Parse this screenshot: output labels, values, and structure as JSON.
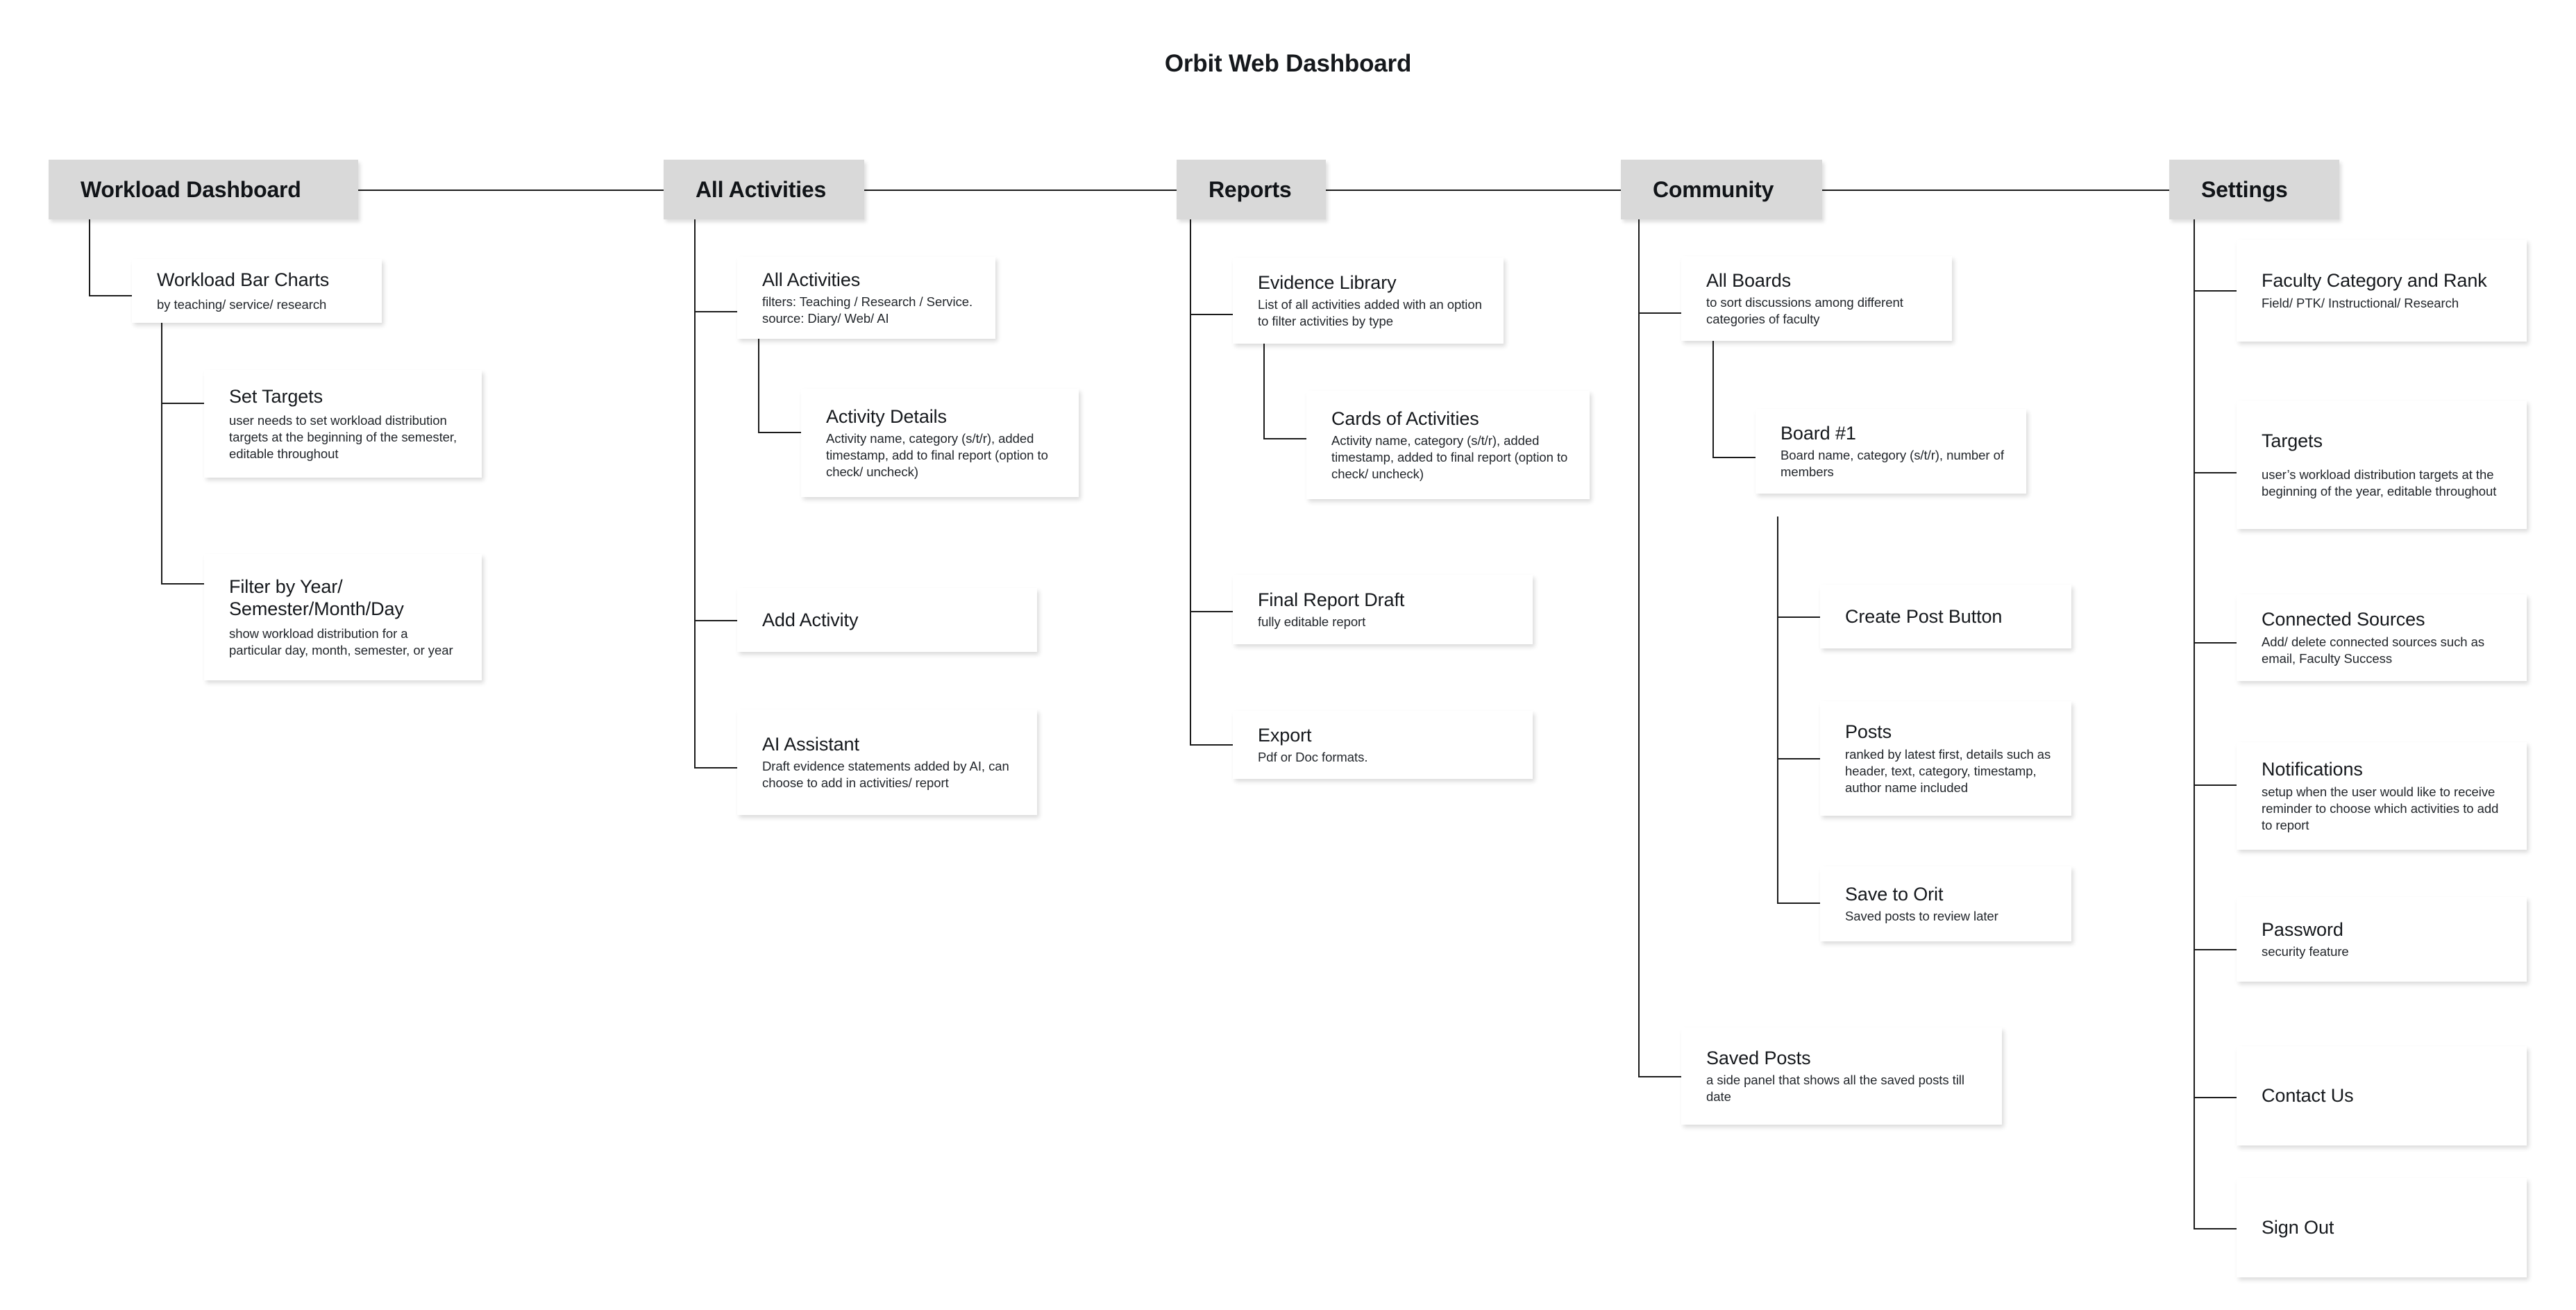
{
  "title": "Orbit Web Dashboard",
  "sections": [
    {
      "id": "workload-dashboard",
      "label": "Workload Dashboard",
      "nodes": [
        {
          "id": "workload-bar-charts",
          "title": "Workload Bar Charts",
          "desc": "by teaching/ service/ research"
        },
        {
          "id": "set-targets",
          "title": "Set Targets",
          "desc": "user needs to set workload distribution targets at the beginning of the semester, editable throughout"
        },
        {
          "id": "filter-by-period",
          "title": "Filter by Year/ Semester/Month/Day",
          "desc": "show workload distribution for a particular day, month, semester, or year"
        }
      ]
    },
    {
      "id": "all-activities",
      "label": "All Activities",
      "nodes": [
        {
          "id": "all-activities-list",
          "title": "All Activities",
          "desc": "filters: Teaching / Research / Service. source: Diary/ Web/ AI"
        },
        {
          "id": "activity-details",
          "title": "Activity Details",
          "desc": "Activity name, category (s/t/r), added timestamp, add to final report (option to check/ uncheck)"
        },
        {
          "id": "add-activity",
          "title": "Add Activity",
          "desc": ""
        },
        {
          "id": "ai-assistant",
          "title": "AI Assistant",
          "desc": "Draft evidence statements added by AI, can choose to add in activities/ report"
        }
      ]
    },
    {
      "id": "reports",
      "label": "Reports",
      "nodes": [
        {
          "id": "evidence-library",
          "title": "Evidence Library",
          "desc": "List of all activities added with an option to filter activities by type"
        },
        {
          "id": "cards-of-activities",
          "title": "Cards of Activities",
          "desc": "Activity name, category (s/t/r), added timestamp, added to final report (option to check/ uncheck)"
        },
        {
          "id": "final-report-draft",
          "title": "Final Report Draft",
          "desc": "fully editable report"
        },
        {
          "id": "export",
          "title": "Export",
          "desc": "Pdf or Doc formats."
        }
      ]
    },
    {
      "id": "community",
      "label": "Community",
      "nodes": [
        {
          "id": "all-boards",
          "title": "All Boards",
          "desc": "to sort discussions among different categories of faculty"
        },
        {
          "id": "board-1",
          "title": "Board #1",
          "desc": "Board name, category (s/t/r), number of members"
        },
        {
          "id": "create-post-button",
          "title": "Create Post Button",
          "desc": ""
        },
        {
          "id": "posts",
          "title": "Posts",
          "desc": "ranked by latest first, details such as header, text, category, timestamp, author name included"
        },
        {
          "id": "save-to-orit",
          "title": "Save to Orit",
          "desc": "Saved posts to review later"
        },
        {
          "id": "saved-posts",
          "title": "Saved Posts",
          "desc": "a side panel that shows all the saved posts till date"
        }
      ]
    },
    {
      "id": "settings",
      "label": "Settings",
      "nodes": [
        {
          "id": "faculty-category-and-rank",
          "title": "Faculty Category and Rank",
          "desc": "Field/ PTK/ Instructional/ Research"
        },
        {
          "id": "targets",
          "title": "Targets",
          "desc": "user’s workload distribution targets at the beginning of the year, editable throughout"
        },
        {
          "id": "connected-sources",
          "title": "Connected Sources",
          "desc": "Add/ delete connected sources such as email, Faculty Success"
        },
        {
          "id": "notifications",
          "title": "Notifications",
          "desc": "setup when the user would like to receive reminder to choose which activities to add to report"
        },
        {
          "id": "password",
          "title": "Password",
          "desc": "security feature"
        },
        {
          "id": "contact-us",
          "title": "Contact Us",
          "desc": ""
        },
        {
          "id": "sign-out",
          "title": "Sign Out",
          "desc": ""
        }
      ]
    }
  ],
  "colors": {
    "header_fill": "#d9d9d9",
    "card_fill": "#ffffff",
    "line": "#1b1b1b",
    "text": "#15181c",
    "background": "#ffffff"
  }
}
